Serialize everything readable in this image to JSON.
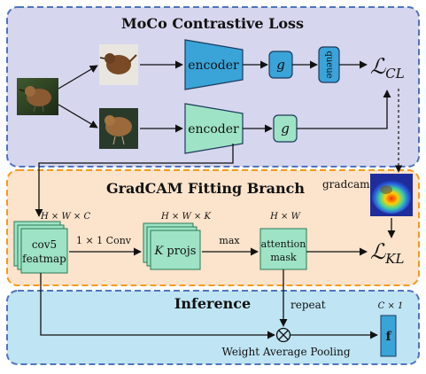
{
  "colors": {
    "moco_panel_fill": "#d6d6ee",
    "moco_panel_border": "#4f74be",
    "gradcam_panel_fill": "#fbe3cc",
    "gradcam_panel_border": "#f39b1f",
    "inference_panel_fill": "#bfe4f3",
    "inference_panel_border": "#4f74be",
    "blue_block": "#3aa3d8",
    "green_block": "#9ee3c5",
    "dark_stroke": "#1b3a5c"
  },
  "panels": {
    "moco": {
      "title": "MoCo Contrastive Loss"
    },
    "gradcam": {
      "title": "GradCAM Fitting Branch"
    },
    "inference": {
      "title": "Inference"
    }
  },
  "moco": {
    "encoder_top_label": "encoder",
    "g_top_label": "g",
    "queue_label": "queue",
    "encoder_bottom_label": "encoder",
    "g_bottom_label": "g",
    "loss_cl": {
      "main": "ℒ",
      "sub": "CL"
    }
  },
  "gradcam": {
    "gradcam_label": "gradcam",
    "dim_feat": "H × W × C",
    "dim_proj": "H × W × K",
    "dim_mask": "H × W",
    "conv_label": "1 × 1 Conv",
    "max_label": "max",
    "featmap_line1": "cov5",
    "featmap_line2": "featmap",
    "projs_k": "K",
    "projs_text": " projs",
    "mask_line1": "attention",
    "mask_line2": "mask",
    "loss_kl": {
      "main": "ℒ",
      "sub": "KL"
    }
  },
  "inference": {
    "repeat_label": "repeat",
    "pooling_label": "Weight Average Pooling",
    "out_dim": "C × 1",
    "out_symbol": "f"
  },
  "icons": {
    "multiply": "⊗",
    "images": [
      "bird-photo",
      "bird-crop-top",
      "bird-crop-bottom",
      "gradcam-heatmap"
    ]
  }
}
